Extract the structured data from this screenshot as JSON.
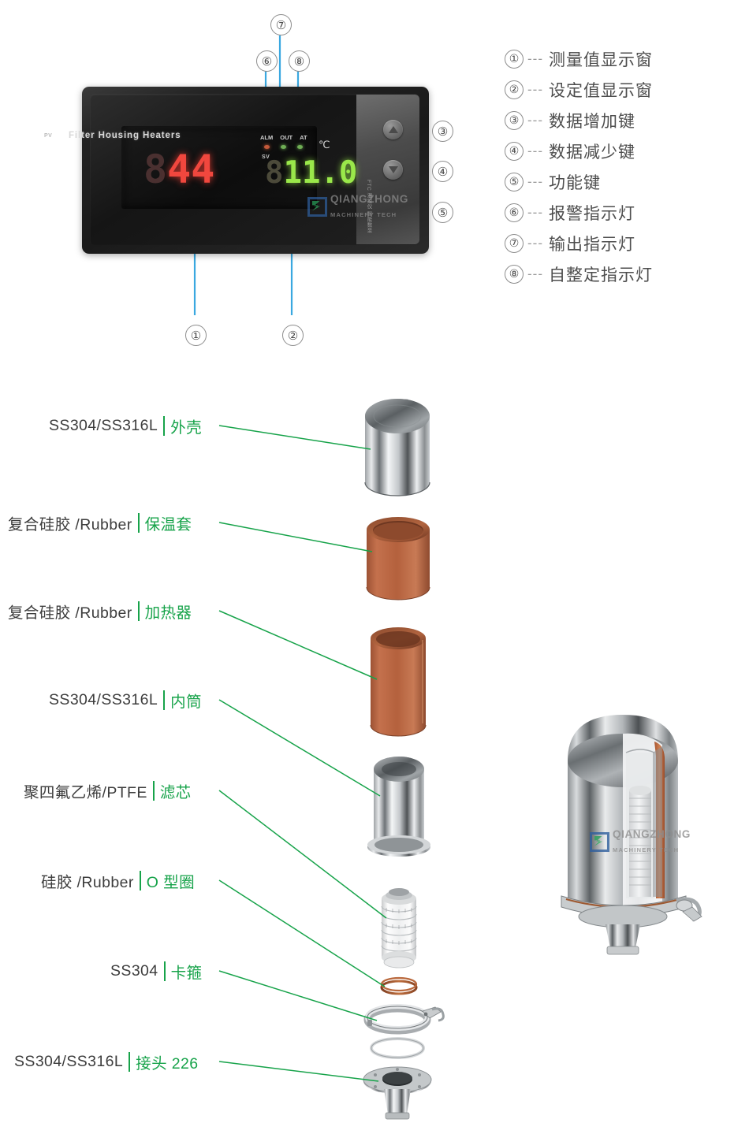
{
  "legend": {
    "items": [
      {
        "num": "①",
        "dash": "---",
        "text": "测量值显示窗"
      },
      {
        "num": "②",
        "dash": "---",
        "text": "设定值显示窗"
      },
      {
        "num": "③",
        "dash": "---",
        "text": "数据增加键"
      },
      {
        "num": "④",
        "dash": "---",
        "text": "数据减少键"
      },
      {
        "num": "⑤",
        "dash": "---",
        "text": "功能键"
      },
      {
        "num": "⑥",
        "dash": "---",
        "text": "报警指示灯"
      },
      {
        "num": "⑦",
        "dash": "---",
        "text": "输出指示灯"
      },
      {
        "num": "⑧",
        "dash": "---",
        "text": "自整定指示灯"
      }
    ]
  },
  "controller": {
    "pv_tag": "PV",
    "brand_line": "Filter Housing Heaters",
    "sv_tag": "SV",
    "unit": "℃",
    "indicators": [
      {
        "label": "ALM",
        "color": "#c4593a"
      },
      {
        "label": "OUT",
        "color": "#6fae55"
      },
      {
        "label": "AT",
        "color": "#6fae55"
      }
    ],
    "pv_display": {
      "ghost": "8",
      "value": "44",
      "color": "#f0473e"
    },
    "sv_display": {
      "ghost": "8",
      "value": "11.0",
      "color": "#9ae84a"
    },
    "side_text": "FTC 温控仪 智能数显",
    "watermark": {
      "name": "QIANGZHONG",
      "sub": "MACHINERY TECH",
      "reg": "®"
    },
    "callouts": [
      {
        "num": "①"
      },
      {
        "num": "②"
      },
      {
        "num": "③"
      },
      {
        "num": "④"
      },
      {
        "num": "⑤"
      },
      {
        "num": "⑥"
      },
      {
        "num": "⑦"
      },
      {
        "num": "⑧"
      }
    ]
  },
  "exploded": {
    "accent_color": "#17a34a",
    "parts": [
      {
        "material": "SS304/SS316L",
        "name": "外壳",
        "part_id": "shell"
      },
      {
        "material": "复合硅胶 /Rubber",
        "name": "保温套",
        "part_id": "insulation-sleeve"
      },
      {
        "material": "复合硅胶 /Rubber",
        "name": "加热器",
        "part_id": "heater"
      },
      {
        "material": "SS304/SS316L",
        "name": "内筒",
        "part_id": "inner-vessel"
      },
      {
        "material": "聚四氟乙烯/PTFE",
        "name": "滤芯",
        "part_id": "filter-cartridge"
      },
      {
        "material": "硅胶 /Rubber",
        "name": "O 型圈",
        "part_id": "o-ring"
      },
      {
        "material": "SS304",
        "name": "卡箍",
        "part_id": "clamp"
      },
      {
        "material": "SS304/SS316L",
        "name": "接头 226",
        "part_id": "connector-226"
      }
    ]
  },
  "product_photo": {
    "watermark": {
      "name": "QIANGZHONG",
      "sub": "MACHINERY TECH",
      "reg": "®"
    }
  }
}
